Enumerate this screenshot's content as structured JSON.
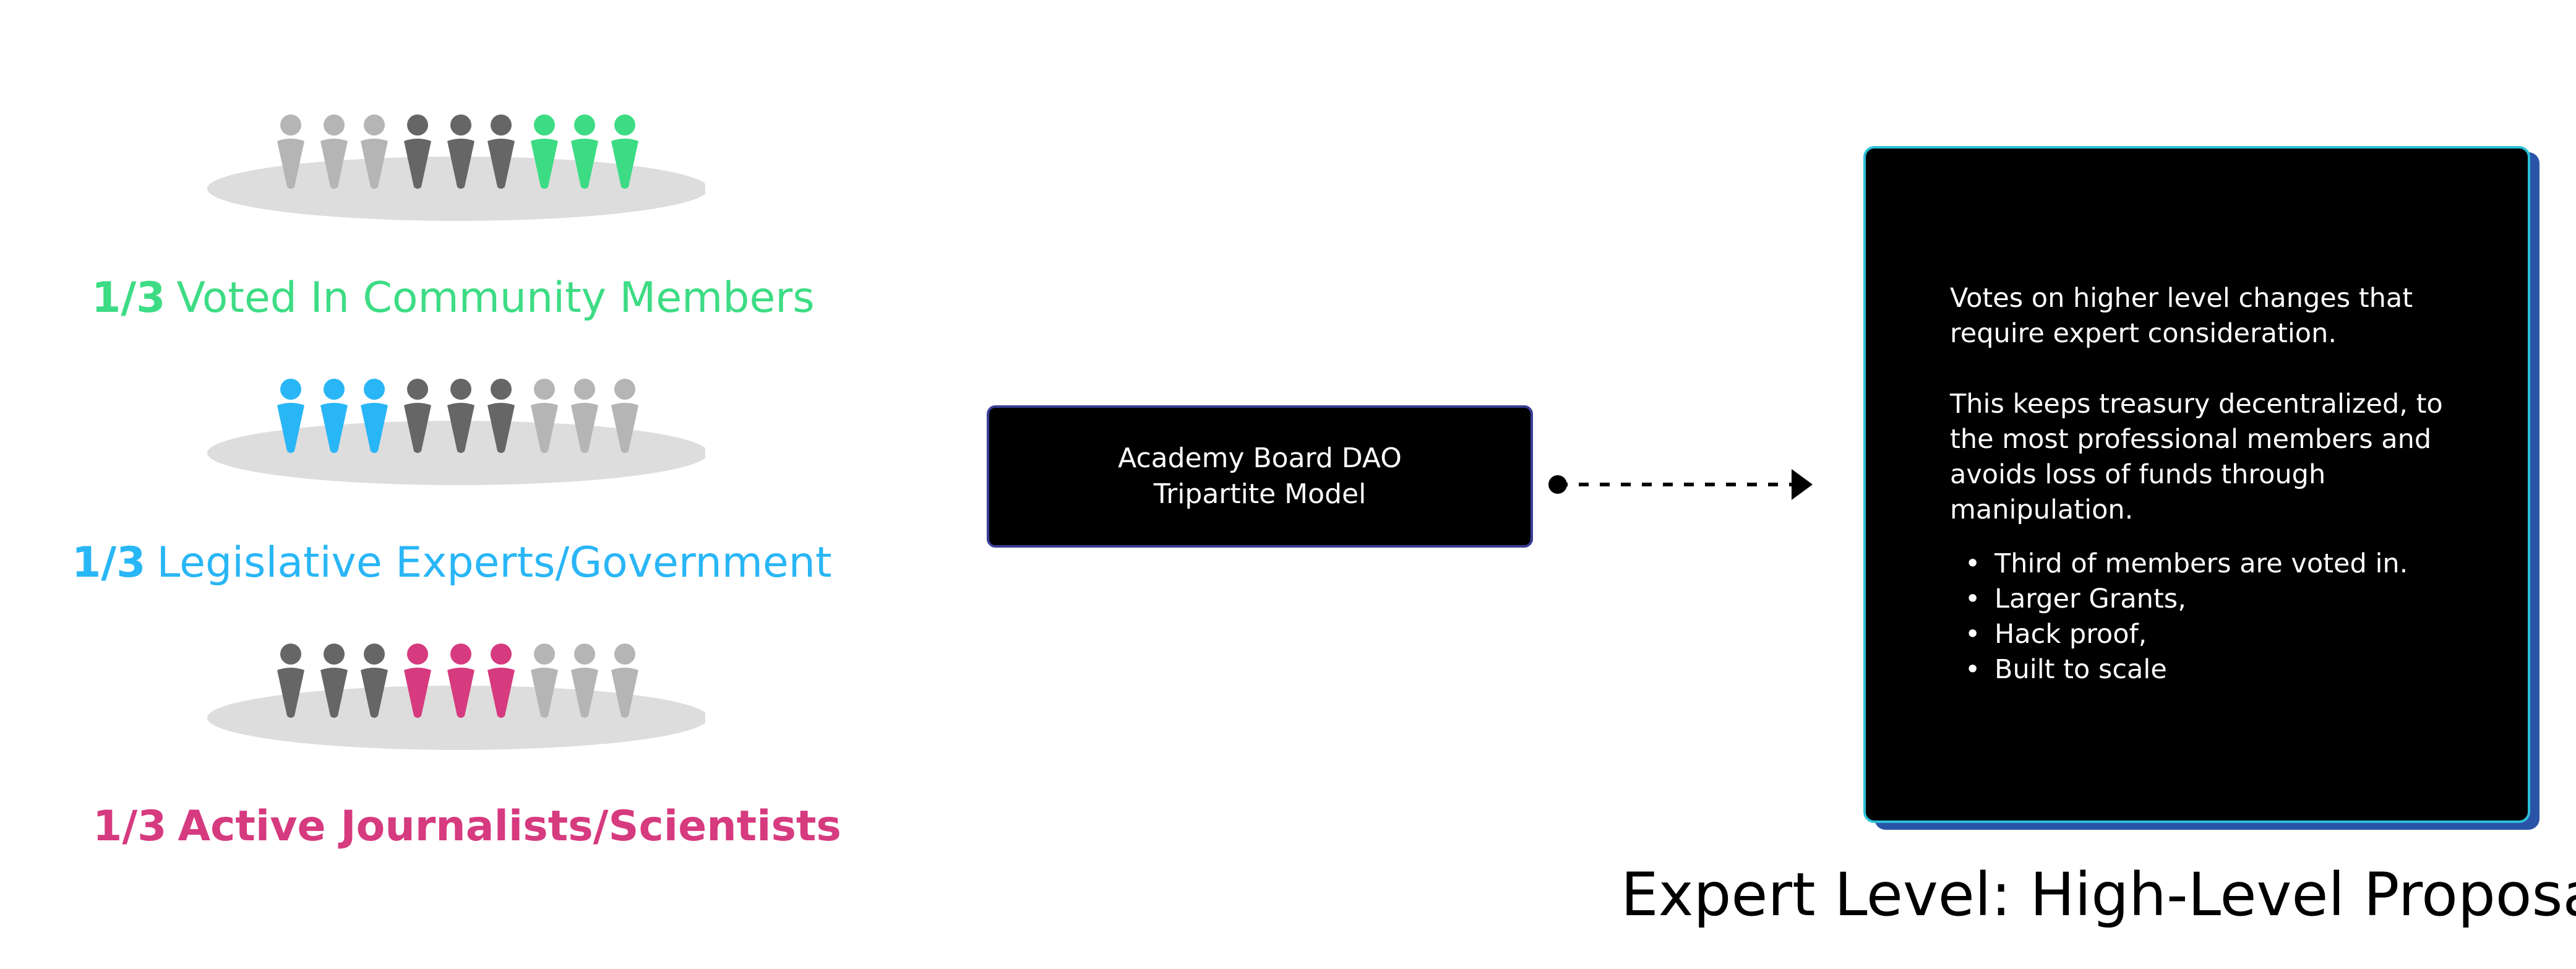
{
  "groups": [
    {
      "fraction": "1/3",
      "label": "Voted In Community Members",
      "color": "#3ddc84",
      "figure_colors": [
        "#b5b5b5",
        "#b5b5b5",
        "#b5b5b5",
        "#666666",
        "#666666",
        "#666666",
        "#3ddc84",
        "#3ddc84",
        "#3ddc84"
      ]
    },
    {
      "fraction": "1/3",
      "label": "Legislative Experts/Government",
      "color": "#29b6f6",
      "figure_colors": [
        "#29b6f6",
        "#29b6f6",
        "#29b6f6",
        "#666666",
        "#666666",
        "#666666",
        "#b5b5b5",
        "#b5b5b5",
        "#b5b5b5"
      ]
    },
    {
      "fraction": "1/3",
      "label": "Active Journalists/Scientists",
      "color": "#d63a7f",
      "figure_colors": [
        "#666666",
        "#666666",
        "#666666",
        "#d63a7f",
        "#d63a7f",
        "#d63a7f",
        "#b5b5b5",
        "#b5b5b5",
        "#b5b5b5"
      ]
    }
  ],
  "dao_box": {
    "line1": "Academy Board DAO",
    "line2": "Tripartite Model"
  },
  "info_box": {
    "para1_line1": "Votes on higher level changes that",
    "para1_line2": "require expert consideration.",
    "para2_line1": "This keeps treasury decentralized, to",
    "para2_line2": "the most professional members and",
    "para2_line3": "avoids loss of funds through",
    "para2_line4": "manipulation.",
    "bullets": [
      "Third of members are voted in.",
      "Larger Grants,",
      "Hack proof,",
      "Built to scale"
    ]
  },
  "caption": "Expert Level: High-Level Proposals",
  "colors": {
    "platform": "#dddddd",
    "dark_figure": "#666666",
    "light_figure": "#b5b5b5",
    "dao_border": "#3b3e97",
    "info_border": "#2bc0d8",
    "info_shadow": "#2a54a8"
  },
  "icons": {
    "person": "person-icon",
    "connector": "dotted-arrow-icon"
  }
}
